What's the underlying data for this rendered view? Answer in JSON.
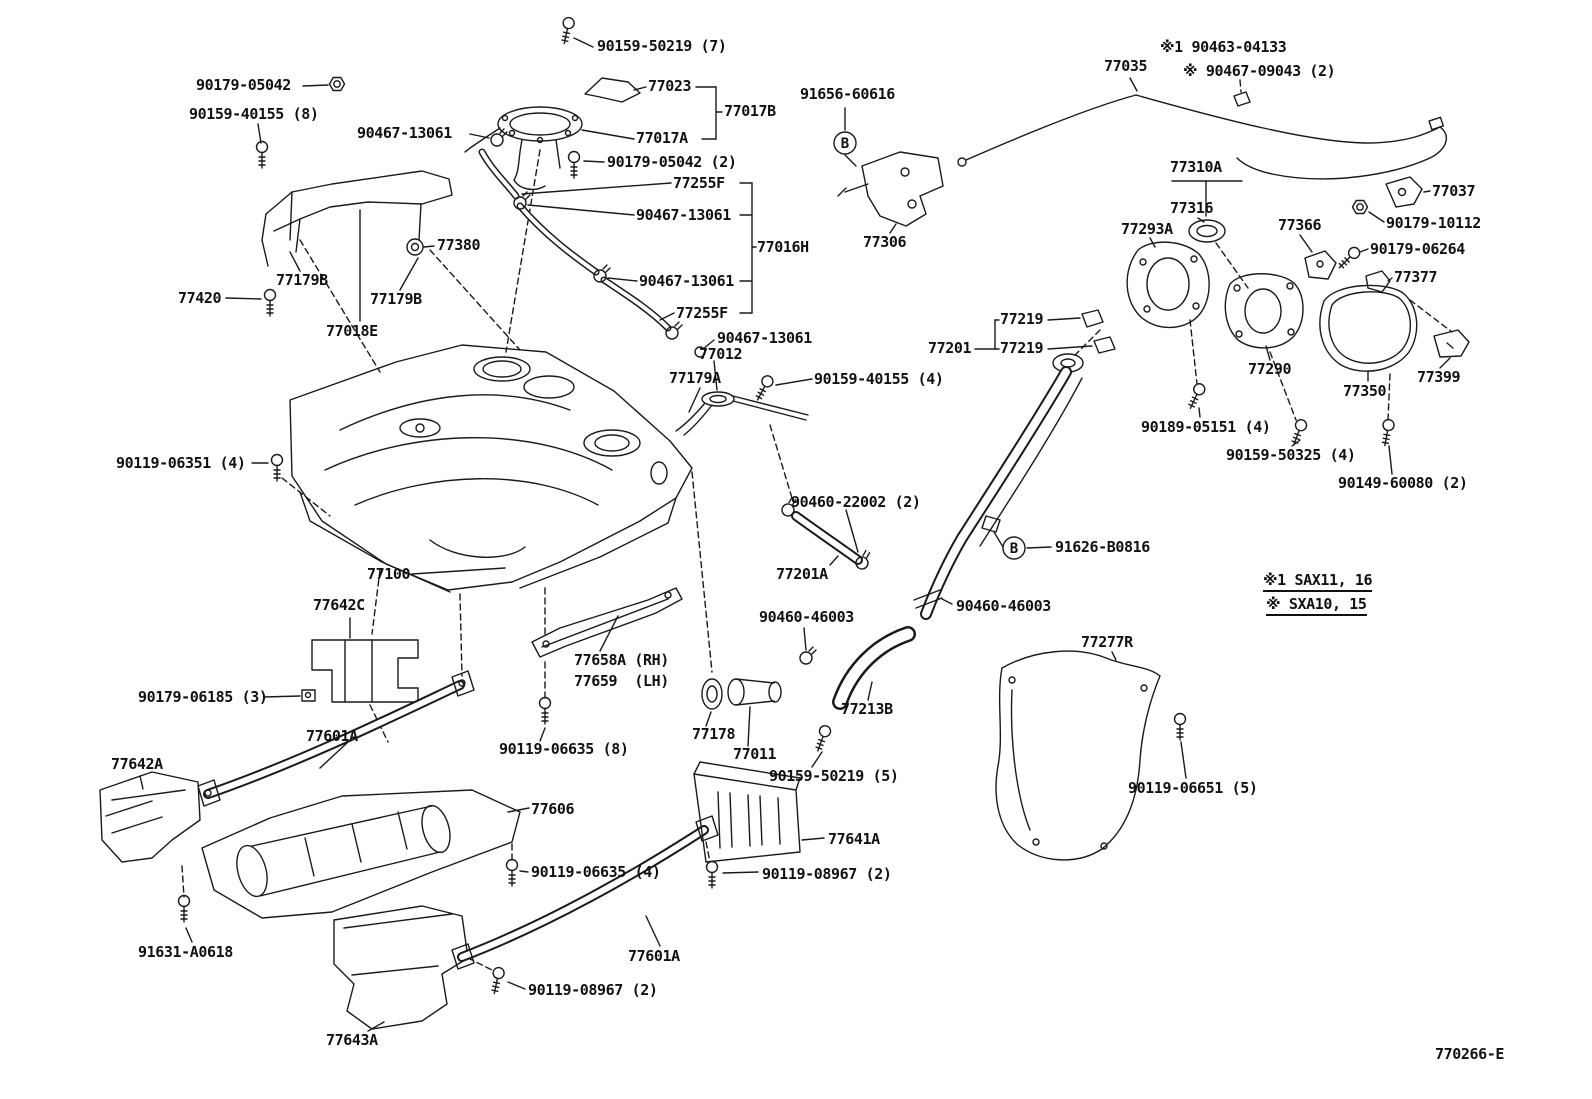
{
  "diagram": {
    "code": "770266-E",
    "connector_labels": [
      "B",
      "B"
    ],
    "notes": [
      "※1 SAX11, 16",
      "※ SXA10, 15"
    ],
    "part_labels": [
      "90159-50219 (7)",
      "90179-05042",
      "90159-40155 (8)",
      "77023",
      "77017B",
      "90467-13061",
      "77017A",
      "90179-05042 (2)",
      "77255F",
      "90467-13061",
      "77016H",
      "77380",
      "77179B",
      "90467-13061",
      "77255F",
      "77420",
      "77179B",
      "77018E",
      "90467-13061",
      "77012",
      "77179A",
      "90159-40155 (4)",
      "90119-06351 (4)",
      "77100",
      "77642C",
      "90179-06185 (3)",
      "77601A",
      "77642A",
      "77658A (RH)",
      "77659  (LH)",
      "90119-06635 (8)",
      "77606",
      "90119-06635 (4)",
      "91631-A0618",
      "77643A",
      "90119-08967 (2)",
      "77601A",
      "90119-08967 (2)",
      "77641A",
      "77178",
      "77011",
      "90159-50219 (5)",
      "90460-46003",
      "77213B",
      "77201A",
      "90460-22002 (2)",
      "90460-46003",
      "91626-B0816",
      "91656-60616",
      "77306",
      "77035",
      "※1 90463-04133",
      "※ 90467-09043 (2)",
      "77310A",
      "77316",
      "77293A",
      "77366",
      "77037",
      "90179-10112",
      "90179-06264",
      "77377",
      "77219",
      "77201",
      "77219",
      "77290",
      "77350",
      "77399",
      "90189-05151 (4)",
      "90159-50325 (4)",
      "90149-60080 (2)",
      "77277R",
      "90119-06651 (5)"
    ]
  }
}
